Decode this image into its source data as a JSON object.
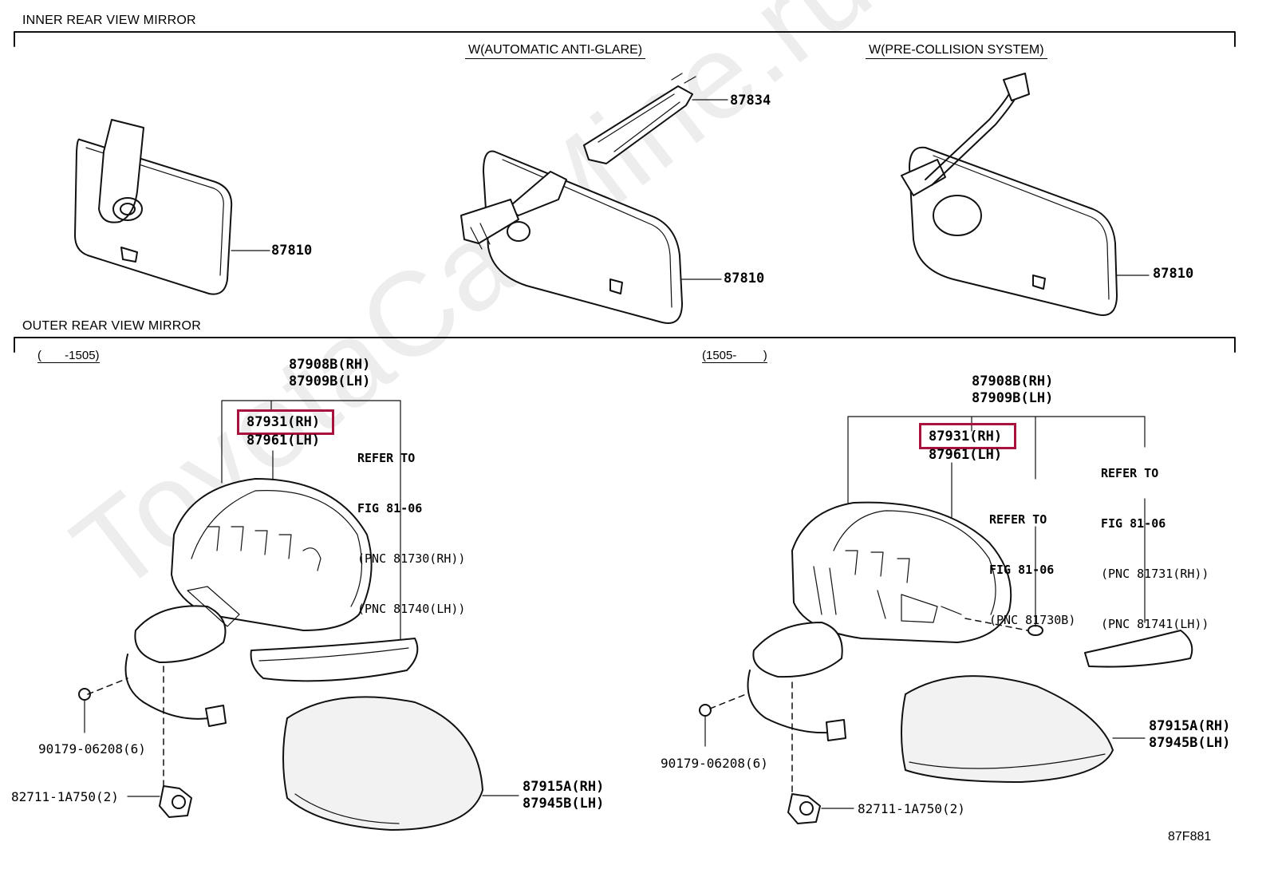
{
  "inner": {
    "title": "INNER REAR VIEW MIRROR",
    "variant_antiglare": "W(AUTOMATIC ANTI-GLARE)",
    "variant_precollision": "W(PRE-COLLISION SYSTEM)",
    "pn_mirror": "87810",
    "pn_bracket": "87834"
  },
  "outer": {
    "title": "OUTER REAR VIEW MIRROR",
    "left_range": "(       -1505)",
    "right_range": "(1505-        )",
    "assy_rh": "87908B(RH)",
    "assy_lh": "87909B(LH)",
    "glass_rh": "87931(RH)",
    "glass_lh": "87961(LH)",
    "refer_to": "REFER TO",
    "fig": "FIG 81-06",
    "pnc_81730_rh": "(PNC 81730(RH))",
    "pnc_81740_lh": "(PNC 81740(LH))",
    "pnc_81730b": "(PNC 81730B)",
    "pnc_81731_rh": "(PNC 81731(RH))",
    "pnc_81741_lh": "(PNC 81741(LH))",
    "nut": "90179-06208(6)",
    "clip": "82711-1A750(2)",
    "cover_rh": "87915A(RH)",
    "cover_lh": "87945B(LH)"
  },
  "figure_id": "87F881",
  "watermark": "ToyotaCarMine.ru",
  "colors": {
    "highlight": "#a8123c",
    "line": "#111111"
  }
}
